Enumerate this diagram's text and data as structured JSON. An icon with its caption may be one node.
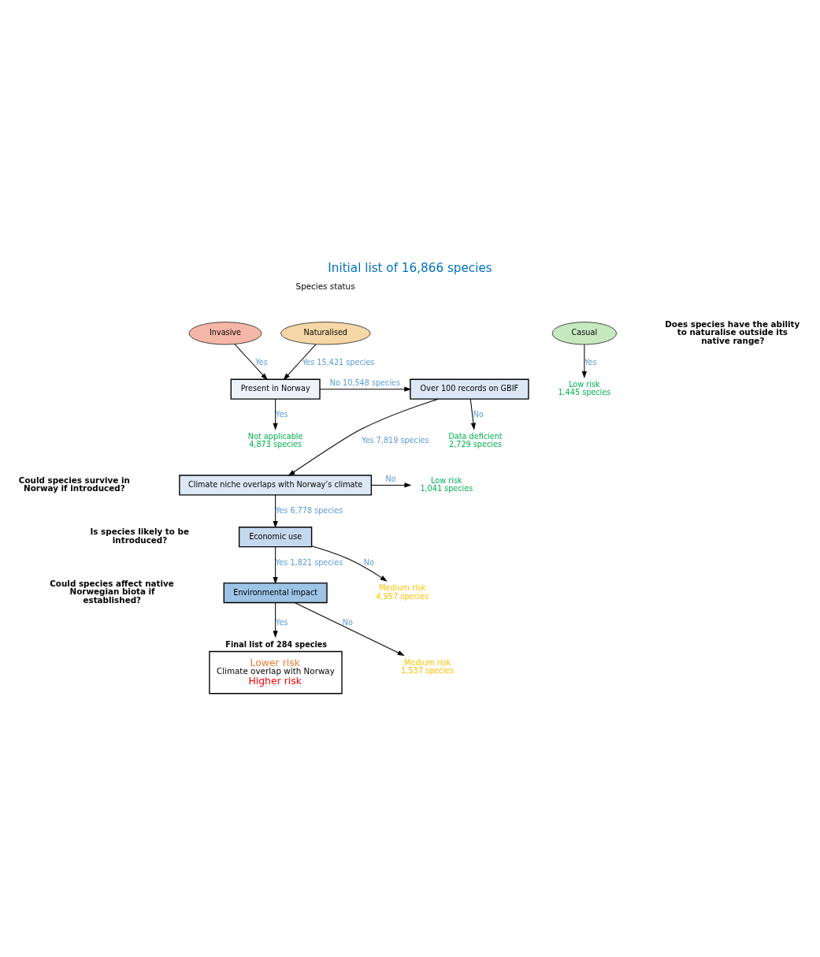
{
  "diagram": {
    "title": "Initial list of 16,866 species",
    "nodes": [
      {
        "text": [
          "Invasive"
        ]
      },
      {
        "text": [
          "Naturalised"
        ]
      },
      {
        "text": [
          "Casual"
        ]
      },
      {
        "text": [
          "Present in Norway"
        ]
      },
      {
        "text": [
          "Low risk",
          "1,445 species"
        ]
      },
      {
        "text": [
          "Over 100 records on GBIF"
        ]
      },
      {
        "text": [
          "Not applicable",
          "4,873 species"
        ]
      },
      {
        "text": [
          "Data deficient",
          "2,729 species"
        ]
      },
      {
        "text": [
          "Climate niche overlaps with Norway’s climate"
        ]
      },
      {
        "text": [
          "Low risk",
          "1,041 species"
        ]
      },
      {
        "text": [
          "Economic use"
        ]
      },
      {
        "text": [
          "Medium risk",
          "4,957 species"
        ]
      },
      {
        "text": [
          "Environmental impact"
        ]
      },
      {
        "text": [
          "Medium risk",
          "1,537 species"
        ]
      },
      {
        "text": [
          "Final list of 284 species",
          "Lower risk",
          "Climate overlap with Norway",
          "Higher risk"
        ]
      }
    ],
    "edges": [
      {
        "from": 0,
        "to": 3,
        "arrow": "to",
        "label": "Yes"
      },
      {
        "from": 1,
        "to": 3,
        "arrow": "to",
        "label": "Yes 15,421 species"
      },
      {
        "from": 2,
        "to": 4,
        "arrow": "to",
        "label": "Yes"
      },
      {
        "from": 3,
        "to": 5,
        "arrow": "to",
        "label": "No 10,548 species"
      },
      {
        "from": 3,
        "to": 6,
        "arrow": "to",
        "label": "Yes"
      },
      {
        "from": 5,
        "to": 7,
        "arrow": "to",
        "label": "No"
      },
      {
        "from": 5,
        "to": 8,
        "arrow": "to",
        "label": "Yes 7,819 species"
      },
      {
        "from": 8,
        "to": 9,
        "arrow": "to",
        "label": "No"
      },
      {
        "from": 8,
        "to": 10,
        "arrow": "to",
        "label": "Yes 6,778 species"
      },
      {
        "from": 10,
        "to": 11,
        "arrow": "to",
        "label": "No"
      },
      {
        "from": 10,
        "to": 12,
        "arrow": "to",
        "label": "Yes 1,821 species"
      },
      {
        "from": 12,
        "to": 13,
        "arrow": "to",
        "label": "No"
      },
      {
        "from": 12,
        "to": 14,
        "arrow": "to",
        "label": "Yes"
      }
    ],
    "labels": [
      "Species status",
      "Does species have the ability to naturalise outside its native range?",
      "Could species survive in Norway if introduced?",
      "Is species likely to be introduced?",
      "Could species affect native Norwegian biota if established?"
    ]
  }
}
